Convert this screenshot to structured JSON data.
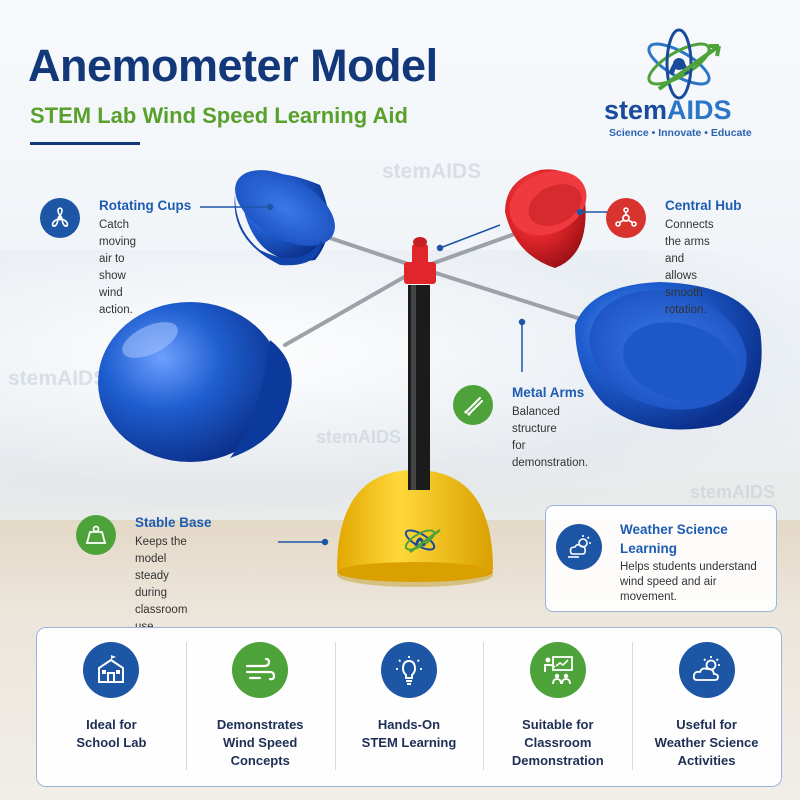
{
  "header": {
    "title": "Anemometer Model",
    "subtitle": "STEM Lab Wind Speed Learning Aid"
  },
  "logo": {
    "name_dark": "stem",
    "name_bright": "AIDS",
    "tagline": "Science • Innovate • Educate"
  },
  "watermark": "stemAIDS",
  "callouts": [
    {
      "title": "Rotating Cups",
      "desc": "Catch moving air to\nshow wind action.",
      "icon": "fan-icon",
      "color": "#1e56a6"
    },
    {
      "title": "Central Hub",
      "desc": "Connects the arms\nand allows smooth\nrotation.",
      "icon": "hub-icon",
      "color": "#d8332f"
    },
    {
      "title": "Metal Arms",
      "desc": "Balanced structure\nfor demonstration.",
      "icon": "rods-icon",
      "color": "#4ea23a"
    },
    {
      "title": "Stable Base",
      "desc": "Keeps the model steady\nduring classroom use.",
      "icon": "weight-icon",
      "color": "#4ea23a"
    },
    {
      "title": "Weather Science\nLearning",
      "desc": "Helps students understand\nwind speed and air\nmovement.",
      "icon": "weather-icon",
      "color": "#1e56a6"
    }
  ],
  "features": [
    {
      "label": "Ideal for\nSchool Lab",
      "icon": "school-icon",
      "color": "#1e56a6"
    },
    {
      "label": "Demonstrates\nWind Speed\nConcepts",
      "icon": "wind-icon",
      "color": "#4ea23a"
    },
    {
      "label": "Hands-On\nSTEM Learning",
      "icon": "lightbulb-icon",
      "color": "#1e56a6"
    },
    {
      "label": "Suitable for\nClassroom\nDemonstration",
      "icon": "teacher-icon",
      "color": "#4ea23a"
    },
    {
      "label": "Useful for\nWeather Science\nActivities",
      "icon": "weather-icon",
      "color": "#1e56a6"
    }
  ],
  "colors": {
    "navy": "#13387a",
    "blue_cup": "#1f5fd0",
    "red_cup": "#e0262b",
    "base_yellow": "#f5c800",
    "green_accent": "#5aa02c"
  }
}
